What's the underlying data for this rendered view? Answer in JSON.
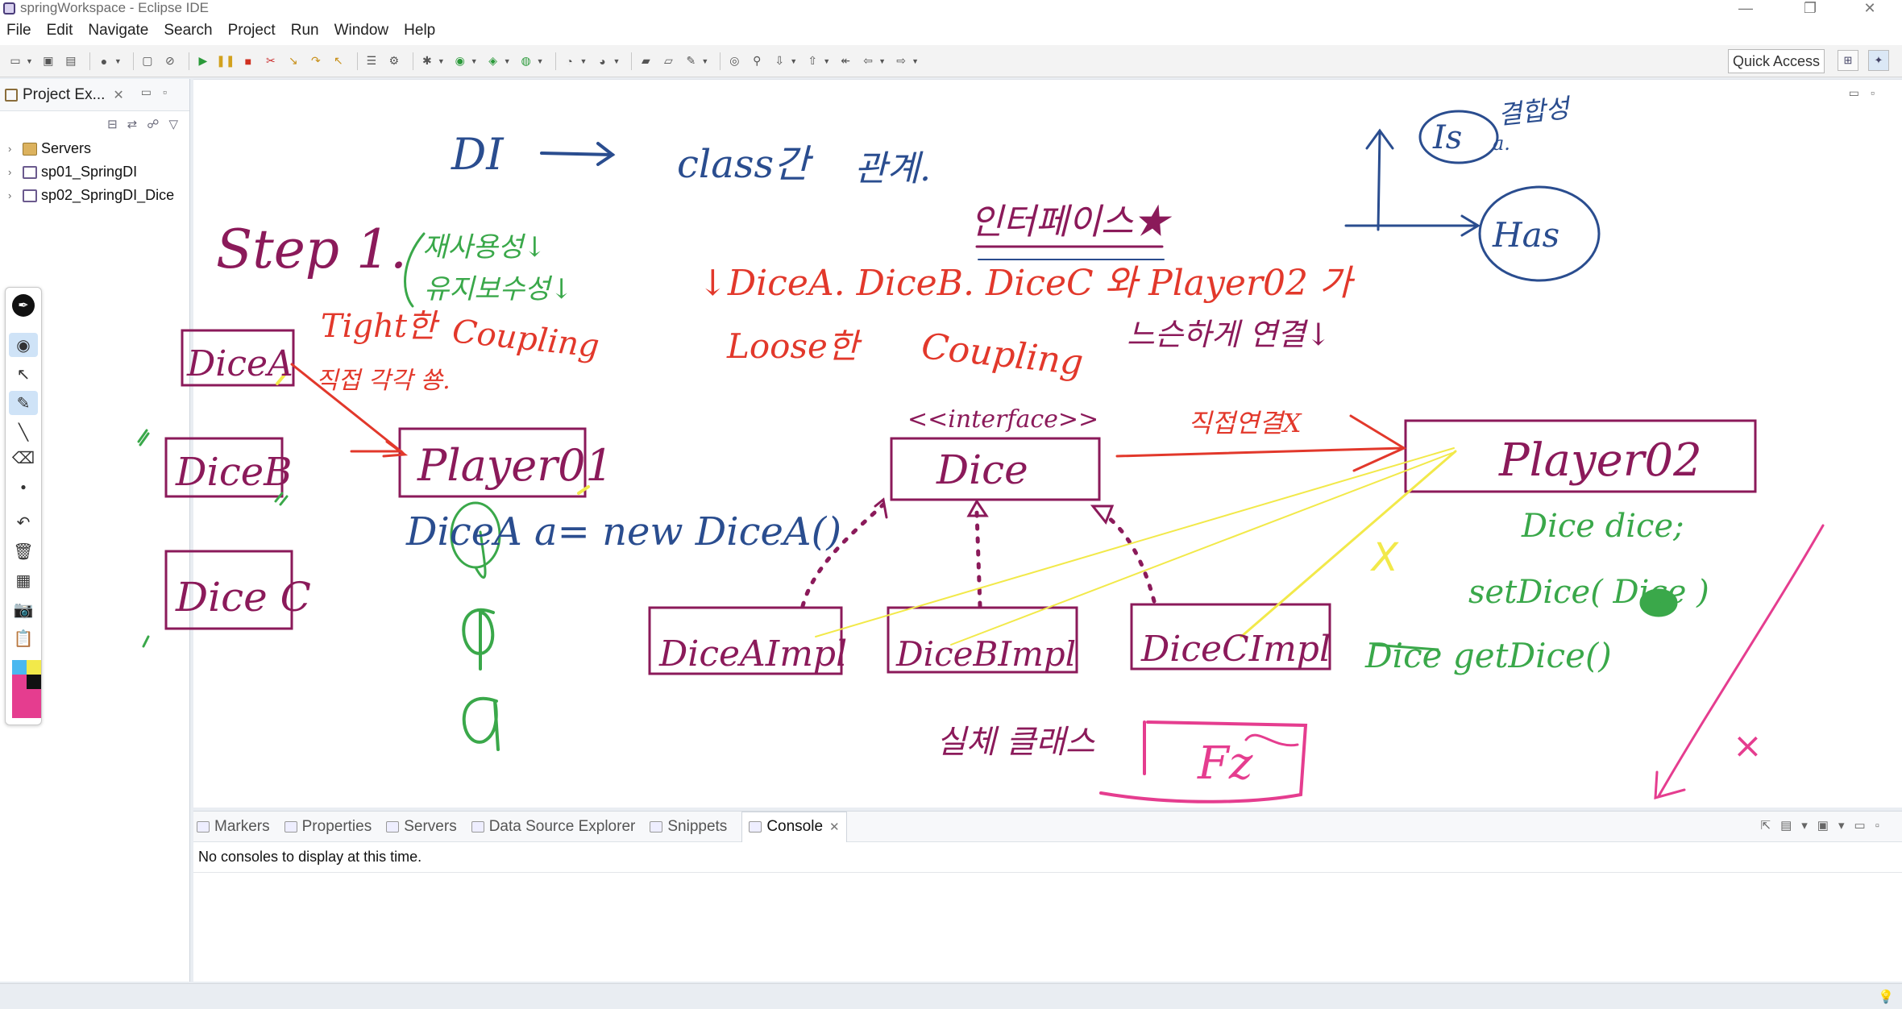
{
  "window": {
    "title": "springWorkspace - Eclipse IDE",
    "controls": [
      "—",
      "❐",
      "✕"
    ]
  },
  "menu": [
    "File",
    "Edit",
    "Navigate",
    "Search",
    "Project",
    "Run",
    "Window",
    "Help"
  ],
  "toolbar": {
    "quick_access": "Quick Access"
  },
  "project_explorer": {
    "tab_label": "Project Ex...",
    "items": [
      {
        "label": "Servers",
        "icon": "folder-icon"
      },
      {
        "label": "sp01_SpringDI",
        "icon": "project-icon"
      },
      {
        "label": "sp02_SpringDI_Dice",
        "icon": "project-icon"
      }
    ]
  },
  "bottom_panel": {
    "tabs": [
      "Markers",
      "Properties",
      "Servers",
      "Data Source Explorer",
      "Snippets",
      "Console"
    ],
    "active_tab": "Console",
    "console_message": "No consoles to display at this time."
  },
  "annotations": {
    "top_left": [
      "DI",
      "class간",
      "관계."
    ],
    "step": "Step 1.",
    "dice_a": "DiceA",
    "dice_b": "DiceB",
    "dice_c": "Dice C",
    "player01": "Player01",
    "new_stmt": "DiceA  a= new DiceA()",
    "tight": [
      "Tight한",
      "Coupling"
    ],
    "direct_left": "직접 각각 쑝.",
    "reuse": [
      "재사용성↓",
      "유지보수성↓"
    ],
    "interface_title": "인터페이스★",
    "loose_line1": "↓DiceA. DiceB. DiceC 와 Player02 가",
    "loose_line2": [
      "Loose한",
      "Coupling",
      "느슨하게 연결↓"
    ],
    "interface_stereotype": "<<interface>>",
    "dice": "Dice",
    "direct_right": "직접연결X",
    "player02": "Player02",
    "impl_a": "DiceAImpl",
    "impl_b": "DiceBImpl",
    "impl_c": "DiceCImpl",
    "real_class": "실체 클래스",
    "fz": "Fz",
    "field": "Dice  dice;",
    "setter": "setDice( Dice )",
    "getter": "Dice  getDice()",
    "x_mark": "X",
    "x_mark2": "×",
    "is": "Is",
    "has": "Has",
    "combine": "결합성",
    "a_small": "a."
  },
  "colors": {
    "purple": "#8b1a5a",
    "red": "#e2382b",
    "blue": "#2a4d8f",
    "green": "#3aa84a",
    "yellow": "#f2e94a",
    "pink": "#e53d8f"
  }
}
